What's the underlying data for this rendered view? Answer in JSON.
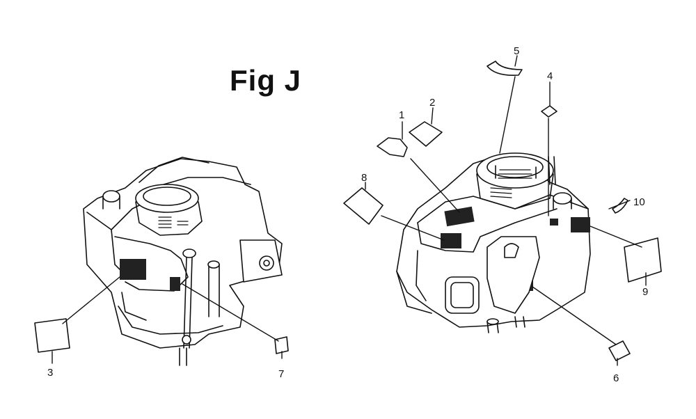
{
  "title": "Fig J",
  "callouts": {
    "c1": "1",
    "c2": "2",
    "c3": "3",
    "c4": "4",
    "c5": "5",
    "c6": "6",
    "c7": "7",
    "c8": "8",
    "c9": "9",
    "c10": "10"
  }
}
